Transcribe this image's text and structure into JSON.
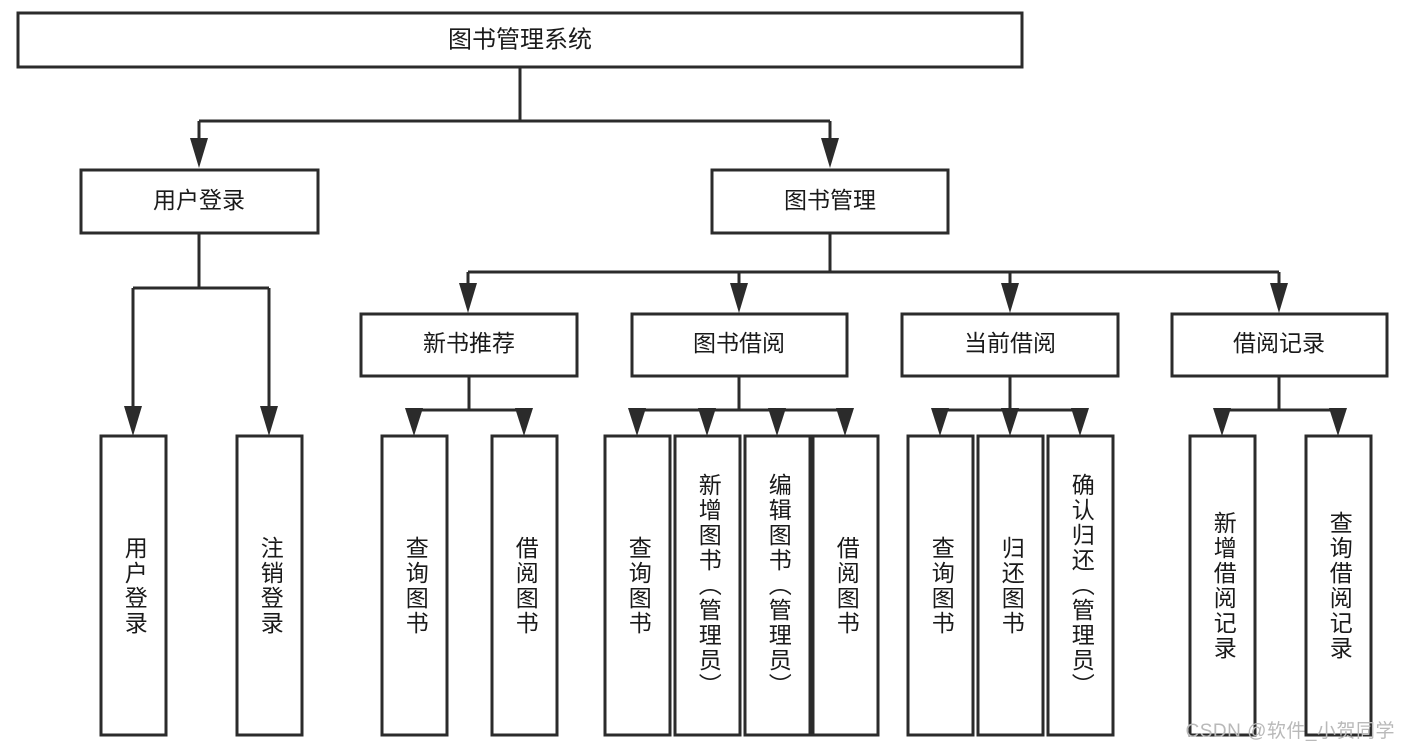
{
  "diagram": {
    "title": "图书管理系统",
    "type": "tree",
    "orientation": "top-down",
    "colors": {
      "box_fill": "#ffffff",
      "box_stroke": "#2b2b2b",
      "text": "#1a1a1a",
      "background": "#ffffff",
      "watermark": "#b9b9b9"
    },
    "root": {
      "label": "图书管理系统"
    },
    "level1": [
      {
        "label": "用户登录"
      },
      {
        "label": "图书管理"
      }
    ],
    "level2": [
      {
        "label": "新书推荐"
      },
      {
        "label": "图书借阅"
      },
      {
        "label": "当前借阅"
      },
      {
        "label": "借阅记录"
      }
    ],
    "leaves": {
      "user_login": [
        {
          "label": "用户登录"
        },
        {
          "label": "注销登录"
        }
      ],
      "new_book_recommend": [
        {
          "label": "查询图书"
        },
        {
          "label": "借阅图书"
        }
      ],
      "book_borrow": [
        {
          "label": "查询图书"
        },
        {
          "label": "新增图书（管理员）"
        },
        {
          "label": "编辑图书（管理员）"
        },
        {
          "label": "借阅图书"
        }
      ],
      "current_borrow": [
        {
          "label": "查询图书"
        },
        {
          "label": "归还图书"
        },
        {
          "label": "确认归还（管理员）"
        }
      ],
      "borrow_record": [
        {
          "label": "新增借阅记录"
        },
        {
          "label": "查询借阅记录"
        }
      ]
    }
  },
  "watermark": {
    "text": "CSDN @软件_小贺同学"
  }
}
